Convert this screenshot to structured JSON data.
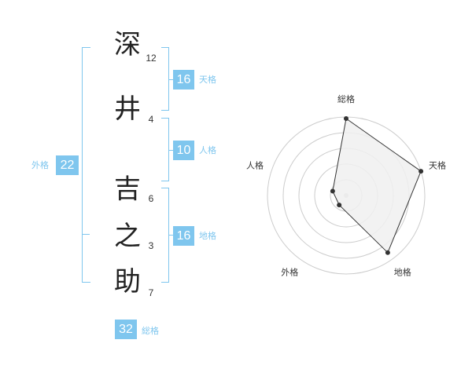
{
  "name": {
    "characters": [
      {
        "char": "深",
        "strokes": "12"
      },
      {
        "char": "井",
        "strokes": "4"
      },
      {
        "char": "吉",
        "strokes": "6"
      },
      {
        "char": "之",
        "strokes": "3"
      },
      {
        "char": "助",
        "strokes": "7"
      }
    ]
  },
  "kakusu": {
    "tenkaku": {
      "value": "16",
      "label": "天格"
    },
    "jinkaku": {
      "value": "10",
      "label": "人格"
    },
    "chikaku": {
      "value": "16",
      "label": "地格"
    },
    "gaikaku": {
      "value": "22",
      "label": "外格"
    },
    "soukaku": {
      "value": "32",
      "label": "総格"
    }
  },
  "chart_data": {
    "type": "radar",
    "axes": [
      "総格",
      "天格",
      "地格",
      "外格",
      "人格"
    ],
    "values": [
      0.98,
      1.0,
      0.9,
      0.15,
      0.18
    ],
    "range": [
      0,
      1
    ],
    "rings": 5,
    "colors": {
      "fill": "#f0f0f0",
      "stroke": "#333333",
      "grid": "#cccccc",
      "point": "#333333",
      "accent": "#7fc6ee"
    }
  }
}
